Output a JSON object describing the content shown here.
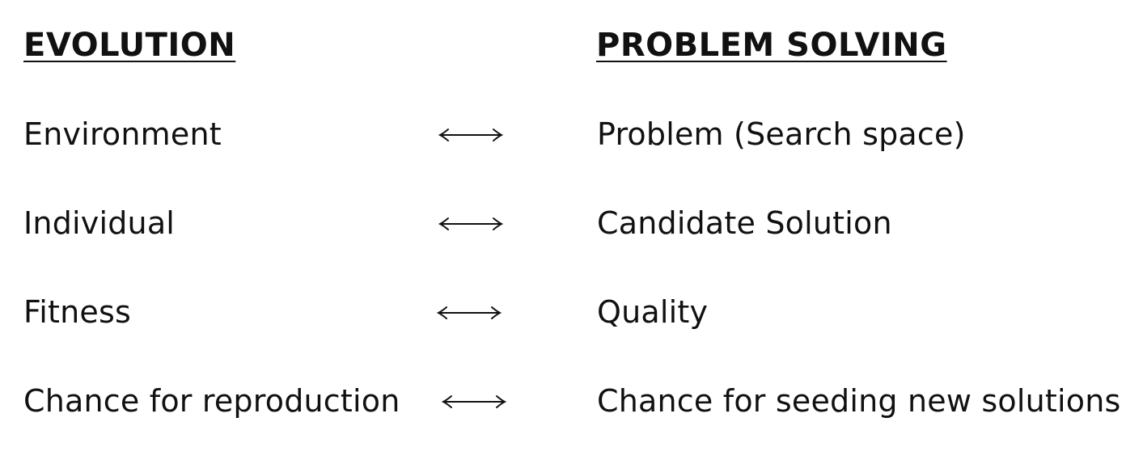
{
  "headings": {
    "left": "EVOLUTION",
    "right": "PROBLEM SOLVING"
  },
  "rows": [
    {
      "left": "Environment",
      "right": "Problem (Search space)"
    },
    {
      "left": "Individual",
      "right": "Candidate Solution"
    },
    {
      "left": "Fitness",
      "right": "Quality"
    },
    {
      "left": "Chance for reproduction",
      "right": "Chance for seeding new solutions"
    }
  ],
  "arrow_icon": "double-headed-arrow-icon",
  "colors": {
    "text": "#111111",
    "background": "#ffffff"
  }
}
